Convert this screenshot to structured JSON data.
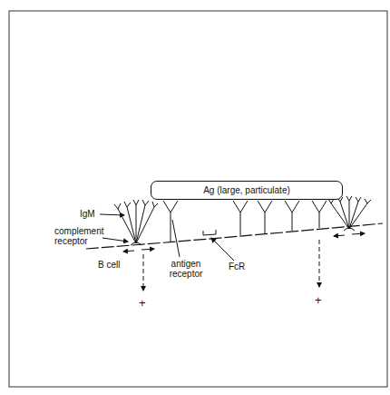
{
  "diagram": {
    "nodes": [
      {
        "text": [
          "Ag (large, particulate)"
        ]
      }
    ],
    "labels": [
      "IgM",
      "complement receptor",
      "B cell",
      "antigen receptor",
      "FcR",
      "+",
      "+"
    ]
  }
}
